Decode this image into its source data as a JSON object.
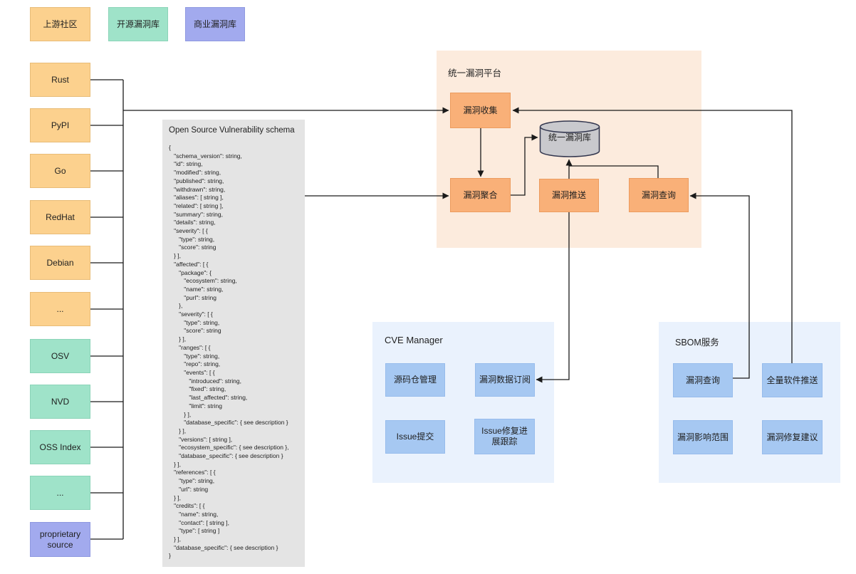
{
  "legend": {
    "items": [
      {
        "label": "上游社区"
      },
      {
        "label": "开源漏洞库"
      },
      {
        "label": "商业漏洞库"
      }
    ]
  },
  "sources": [
    {
      "label": "Rust"
    },
    {
      "label": "PyPI"
    },
    {
      "label": "Go"
    },
    {
      "label": "RedHat"
    },
    {
      "label": "Debian"
    },
    {
      "label": "..."
    },
    {
      "label": "OSV"
    },
    {
      "label": "NVD"
    },
    {
      "label": "OSS Index"
    },
    {
      "label": "..."
    },
    {
      "label": "proprietary source"
    }
  ],
  "schema": {
    "title": "Open Source Vulnerability schema",
    "code": "{\n   \"schema_version\": string,\n   \"id\": string,\n   \"modified\": string,\n   \"published\": string,\n   \"withdrawn\": string,\n   \"aliases\": [ string ],\n   \"related\": [ string ],\n   \"summary\": string,\n   \"details\": string,\n   \"severity\": [ {\n      \"type\": string,\n      \"score\": string\n   } ],\n   \"affected\": [ {\n      \"package\": {\n         \"ecosystem\": string,\n         \"name\": string,\n         \"purl\": string\n      },\n      \"severity\": [ {\n         \"type\": string,\n         \"score\": string\n      } ],\n      \"ranges\": [ {\n         \"type\": string,\n         \"repo\": string,\n         \"events\": [ {\n            \"introduced\": string,\n            \"fixed\": string,\n            \"last_affected\": string,\n            \"limit\": string\n         } ],\n         \"database_specific\": { see description }\n      } ],\n      \"versions\": [ string ],\n      \"ecosystem_specific\": { see description },\n      \"database_specific\": { see description }\n   } ],\n   \"references\": [ {\n      \"type\": string,\n      \"url\": string\n   } ],\n   \"credits\": [ {\n      \"name\": string,\n      \"contact\": [ string ],\n      \"type\": [ string ]\n   } ],\n   \"database_specific\": { see description }\n}"
  },
  "platform": {
    "title": "统一漏洞平台",
    "collect": "漏洞收集",
    "aggregate": "漏洞聚合",
    "database": "统一漏洞库",
    "push": "漏洞推送",
    "query": "漏洞查询"
  },
  "cve_manager": {
    "title": "CVE Manager",
    "repo_mgmt": "源码仓管理",
    "data_subscribe": "漏洞数据订阅",
    "issue_submit": "Issue提交",
    "issue_track": "Issue修复进展跟踪"
  },
  "sbom": {
    "title": "SBOM服务",
    "query": "漏洞查询",
    "full_push": "全量软件推送",
    "impact_scope": "漏洞影响范围",
    "fix_advice": "漏洞修复建议"
  },
  "colors": {
    "upstream": "#FCD18E",
    "open_source_db": "#9FE3C9",
    "commercial_db": "#A2AAEE",
    "platform_panel": "#FCEBDD",
    "platform_box": "#F9B078",
    "service_panel": "#EAF2FD",
    "service_box": "#A6C8F2",
    "db_cylinder": "#C9C9CD",
    "schema_bg": "#E4E4E4",
    "line": "#1A1A1A"
  }
}
